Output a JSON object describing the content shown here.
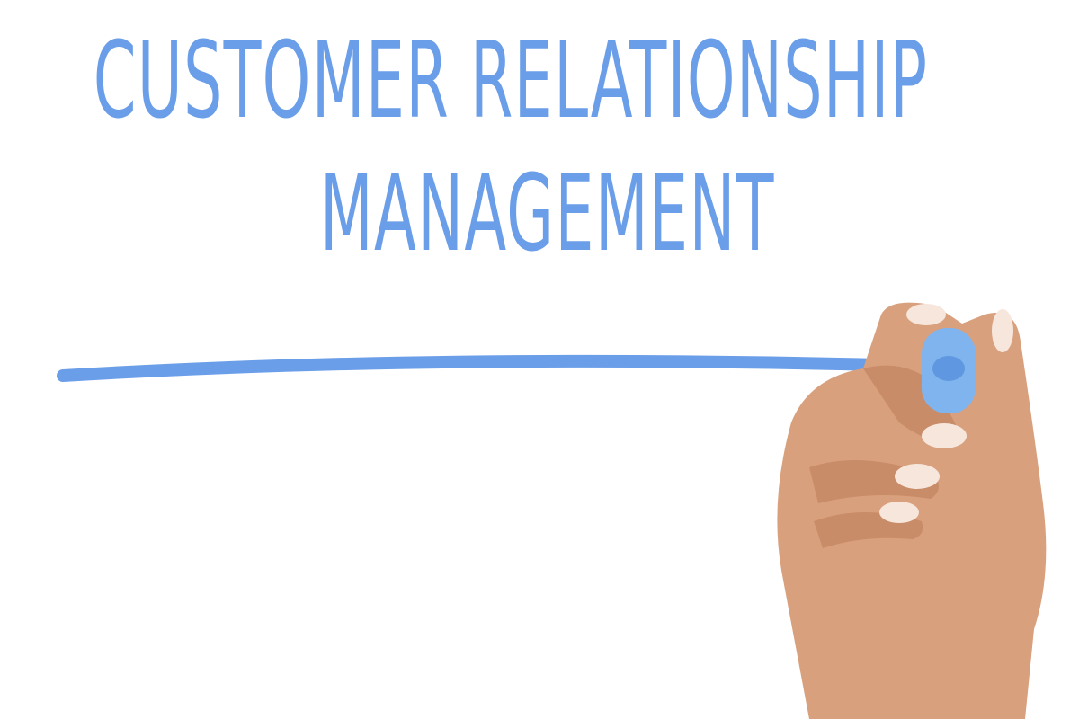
{
  "text": {
    "line1": "CUSTOMER RELATIONSHIP",
    "line2": "MANAGEMENT"
  },
  "colors": {
    "ink": "#6b9ee8",
    "skin": "#d9a07e",
    "marker_cap": "#7fb4ee"
  },
  "icons": [
    "hand-holding-marker"
  ]
}
